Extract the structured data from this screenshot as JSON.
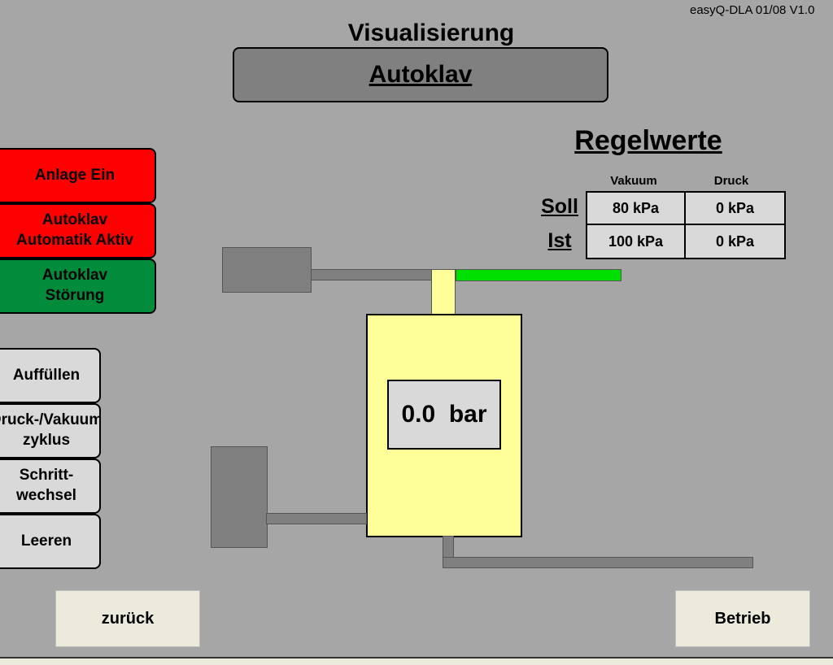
{
  "header": {
    "version": "easyQ-DLA 01/08 V1.0",
    "title": "Visualisierung",
    "subtitle": "Autoklav"
  },
  "status": [
    {
      "label": "Anlage Ein",
      "color": "#ff0000"
    },
    {
      "label": "Autoklav\nAutomatik Aktiv",
      "color": "#ff0000"
    },
    {
      "label": "Autoklav\nStörung",
      "color": "#008c3a"
    }
  ],
  "actions": [
    {
      "label": "Auffüllen"
    },
    {
      "label": "Druck-/Vakuum\nzyklus"
    },
    {
      "label": "Schritt-\nwechsel"
    },
    {
      "label": "Leeren"
    }
  ],
  "regelwerte": {
    "title": "Regelwerte",
    "columns": [
      "Vakuum",
      "Druck"
    ],
    "rows": [
      {
        "label": "Soll",
        "values": [
          "80 kPa",
          "0 kPa"
        ]
      },
      {
        "label": "Ist",
        "values": [
          "100 kPa",
          "0 kPa"
        ]
      }
    ]
  },
  "vessel": {
    "pressure": "0.0  bar",
    "fill_color": "#ffff99",
    "active_line_color": "#00e000"
  },
  "nav": {
    "back": "zurück",
    "mode": "Betrieb"
  }
}
